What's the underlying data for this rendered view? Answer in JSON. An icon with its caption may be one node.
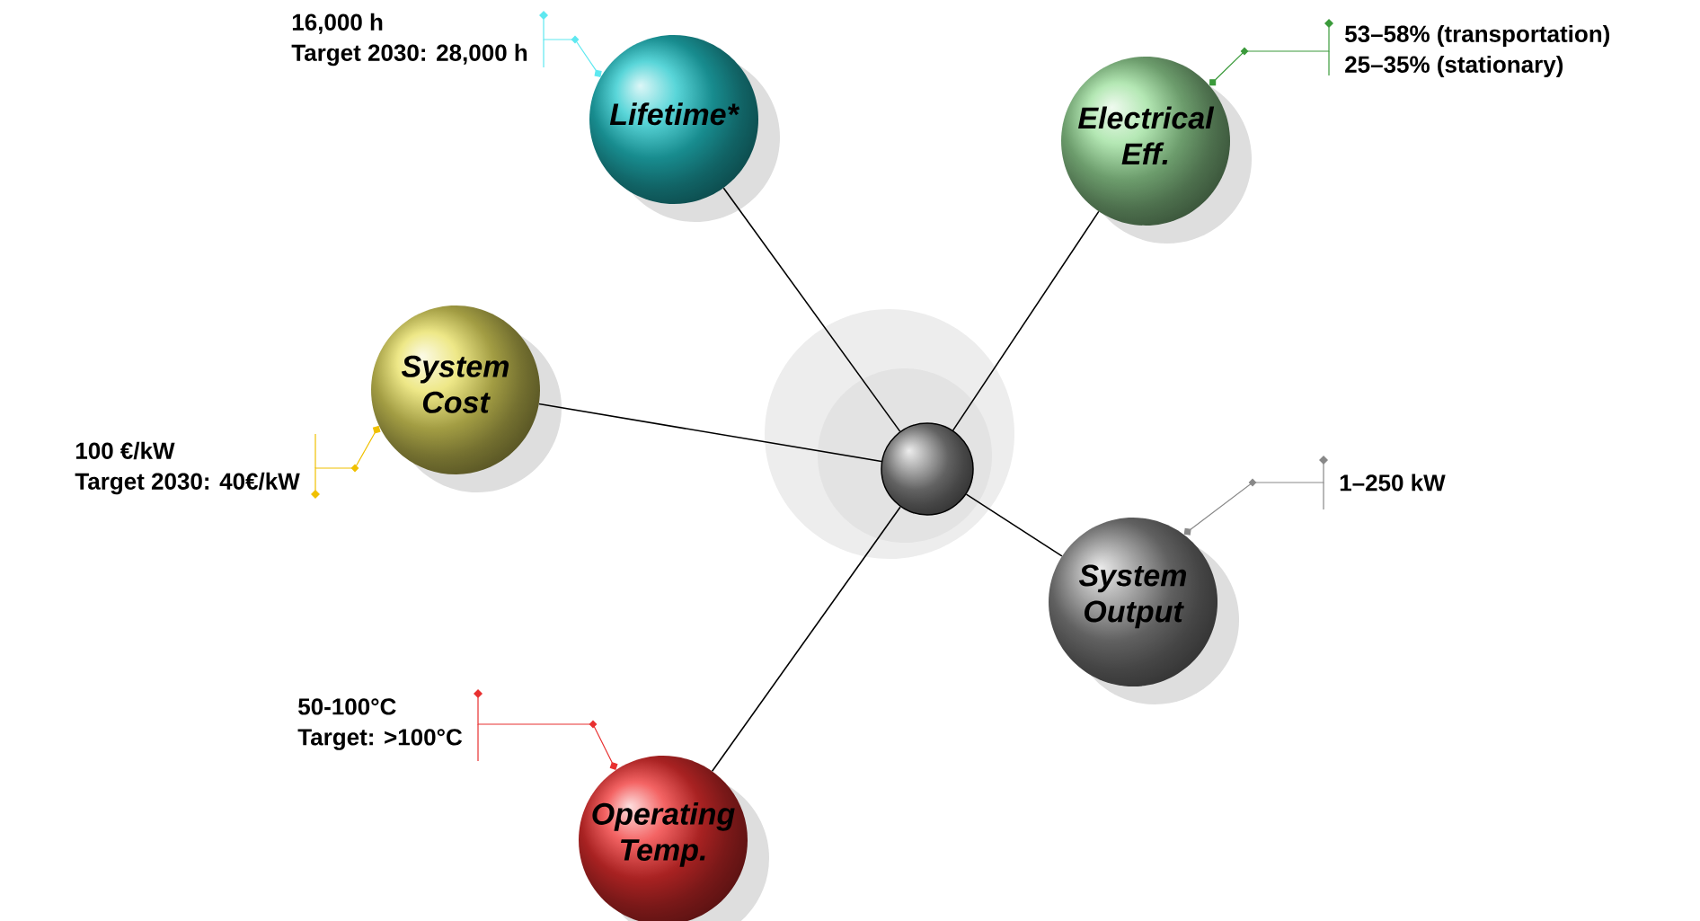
{
  "diagram": {
    "nodes": [
      {
        "text": [
          "16,000 h",
          "Target 2030: 28,000 h"
        ]
      },
      {
        "text": [
          "Lifetime*"
        ]
      },
      {
        "text": [
          "53–58% (transportation)",
          "25–35% (stationary)"
        ]
      },
      {
        "text": [
          "Electrical Eff."
        ]
      },
      {
        "text": [
          "System Cost"
        ]
      },
      {
        "text": [
          "100 €/kW",
          "Target 2030: 40€/kW"
        ]
      },
      {
        "text": [],
        "shape": "circle"
      },
      {
        "text": [
          "1–250 kW"
        ]
      },
      {
        "text": [
          "System Output"
        ]
      },
      {
        "text": [
          "50-100°C",
          "Target: >100°C"
        ]
      },
      {
        "text": [
          "Operating Temp."
        ]
      }
    ],
    "edges": [
      {
        "from": 0,
        "to": 1,
        "arrow": "other",
        "color": "#5ee8f0"
      },
      {
        "from": 2,
        "to": 3,
        "arrow": "other",
        "color": "#3a9a3a"
      },
      {
        "from": 5,
        "to": 4,
        "arrow": "other",
        "color": "#f0c000"
      },
      {
        "from": 7,
        "to": 8,
        "arrow": "other",
        "color": "#888888"
      },
      {
        "from": 9,
        "to": 10,
        "arrow": "other",
        "color": "#e83030"
      },
      {
        "from": 6,
        "to": 1,
        "arrow": "none"
      },
      {
        "from": 6,
        "to": 3,
        "arrow": "none"
      },
      {
        "from": 6,
        "to": 4,
        "arrow": "none"
      },
      {
        "from": 6,
        "to": 8,
        "arrow": "none"
      },
      {
        "from": 6,
        "to": 10,
        "arrow": "none"
      }
    ]
  }
}
